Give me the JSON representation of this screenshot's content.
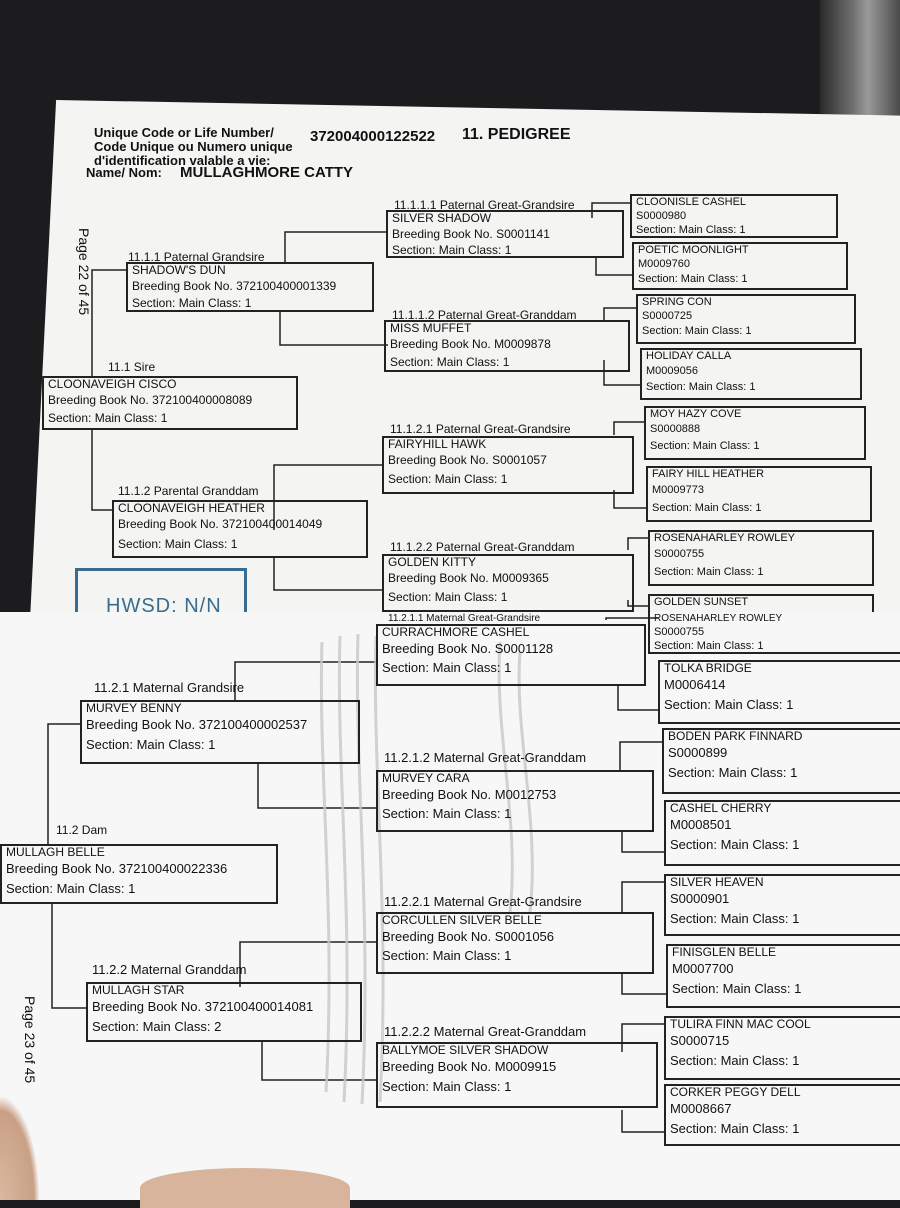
{
  "header": {
    "unique_code_label": "Unique Code or Life Number/",
    "code_label_fr": "Code Unique ou Numero unique",
    "id_label_fr": "d'identification valable a vie:",
    "life_number": "372004000122522",
    "section_title": "11. PEDIGREE",
    "name_label": "Name/ Nom:",
    "name": "MULLAGHMORE CATTY"
  },
  "page_numbers": {
    "upper": "Page 22 of 45",
    "lower": "Page 23 of 45"
  },
  "stamp": "HWSD: N/N",
  "sire_side": {
    "sire": {
      "label": "11.1 Sire",
      "name": "CLOONAVEIGH CISCO",
      "bb": "Breeding Book No. 372100400008089",
      "section": "Section: Main Class: 1"
    },
    "paternal_grandsire": {
      "label": "11.1.1 Paternal Grandsire",
      "name": "SHADOW'S DUN",
      "bb": "Breeding Book No. 372100400001339",
      "section": "Section: Main Class: 1"
    },
    "paternal_granddam": {
      "label": "11.1.2 Parental Granddam",
      "name": "CLOONAVEIGH HEATHER",
      "bb": "Breeding Book No. 372100400014049",
      "section": "Section: Main Class: 1"
    },
    "ggs1": {
      "label": "11.1.1.1 Paternal Great-Grandsire",
      "name": "SILVER SHADOW",
      "bb": "Breeding Book No. S0001141",
      "section": "Section: Main Class: 1"
    },
    "ggd1": {
      "label": "11.1.1.2 Paternal Great-Granddam",
      "name": "MISS MUFFET",
      "bb": "Breeding Book No. M0009878",
      "section": "Section: Main Class: 1"
    },
    "ggs2": {
      "label": "11.1.2.1 Paternal Great-Grandsire",
      "name": "FAIRYHILL HAWK",
      "bb": "Breeding Book No. S0001057",
      "section": "Section: Main Class: 1"
    },
    "ggd2": {
      "label": "11.1.2.2 Paternal Great-Granddam",
      "name": "GOLDEN KITTY",
      "bb": "Breeding Book No. M0009365",
      "section": "Section: Main Class: 1"
    },
    "g5": [
      {
        "name": "CLOONISLE CASHEL",
        "id": "S0000980",
        "section": "Section: Main Class: 1"
      },
      {
        "name": "POETIC MOONLIGHT",
        "id": "M0009760",
        "section": "Section: Main Class: 1"
      },
      {
        "name": "SPRING CON",
        "id": "S0000725",
        "section": "Section: Main Class: 1"
      },
      {
        "name": "HOLIDAY CALLA",
        "id": "M0009056",
        "section": "Section: Main Class: 1"
      },
      {
        "name": "MOY HAZY COVE",
        "id": "S0000888",
        "section": "Section: Main Class: 1"
      },
      {
        "name": "FAIRY HILL HEATHER",
        "id": "M0009773",
        "section": "Section: Main Class: 1"
      },
      {
        "name": "ROSENAHARLEY ROWLEY",
        "id": "S0000755",
        "section": "Section: Main Class: 1"
      },
      {
        "name": "GOLDEN SUNSET",
        "id": "",
        "section": ""
      }
    ]
  },
  "dam_side": {
    "dam": {
      "label": "11.2 Dam",
      "name": "MULLAGH BELLE",
      "bb": "Breeding Book No. 372100400022336",
      "section": "Section: Main Class: 1"
    },
    "maternal_grandsire": {
      "label": "11.2.1 Maternal Grandsire",
      "name": "MURVEY BENNY",
      "bb": "Breeding Book No. 372100400002537",
      "section": "Section: Main Class: 1"
    },
    "maternal_granddam": {
      "label": "11.2.2 Maternal Granddam",
      "name": "MULLAGH STAR",
      "bb": "Breeding Book No. 372100400014081",
      "section": "Section: Main Class: 2"
    },
    "ggs1": {
      "label": "11.2.1.1 Maternal Great-Grandsire",
      "name": "CURRACHMORE CASHEL",
      "bb": "Breeding Book No. S0001128",
      "section": "Section: Main Class: 1"
    },
    "ggd1": {
      "label": "11.2.1.2 Maternal Great-Granddam",
      "name": "MURVEY CARA",
      "bb": "Breeding Book No. M0012753",
      "section": "Section: Main Class: 1"
    },
    "ggs2": {
      "label": "11.2.2.1 Maternal Great-Grandsire",
      "name": "CORCULLEN SILVER BELLE",
      "bb": "Breeding Book No. S0001056",
      "section": "Section: Main Class: 1"
    },
    "ggd2": {
      "label": "11.2.2.2 Maternal Great-Granddam",
      "name": "BALLYMOE SILVER SHADOW",
      "bb": "Breeding Book No. M0009915",
      "section": "Section: Main Class: 1"
    },
    "g5": [
      {
        "name": "ROSENAHARLEY ROWLEY",
        "id": "S0000755",
        "section": "Section: Main Class: 1"
      },
      {
        "name": "TOLKA BRIDGE",
        "id": "M0006414",
        "section": "Section: Main Class: 1"
      },
      {
        "name": "BODEN PARK FINNARD",
        "id": "S0000899",
        "section": "Section: Main Class: 1"
      },
      {
        "name": "CASHEL CHERRY",
        "id": "M0008501",
        "section": "Section: Main Class: 1"
      },
      {
        "name": "SILVER HEAVEN",
        "id": "S0000901",
        "section": "Section: Main Class: 1"
      },
      {
        "name": "FINISGLEN BELLE",
        "id": "M0007700",
        "section": "Section: Main Class: 1"
      },
      {
        "name": "TULIRA FINN MAC COOL",
        "id": "S0000715",
        "section": "Section: Main Class: 1"
      },
      {
        "name": "CORKER PEGGY DELL",
        "id": "M0008667",
        "section": "Section: Main Class: 1"
      }
    ]
  }
}
